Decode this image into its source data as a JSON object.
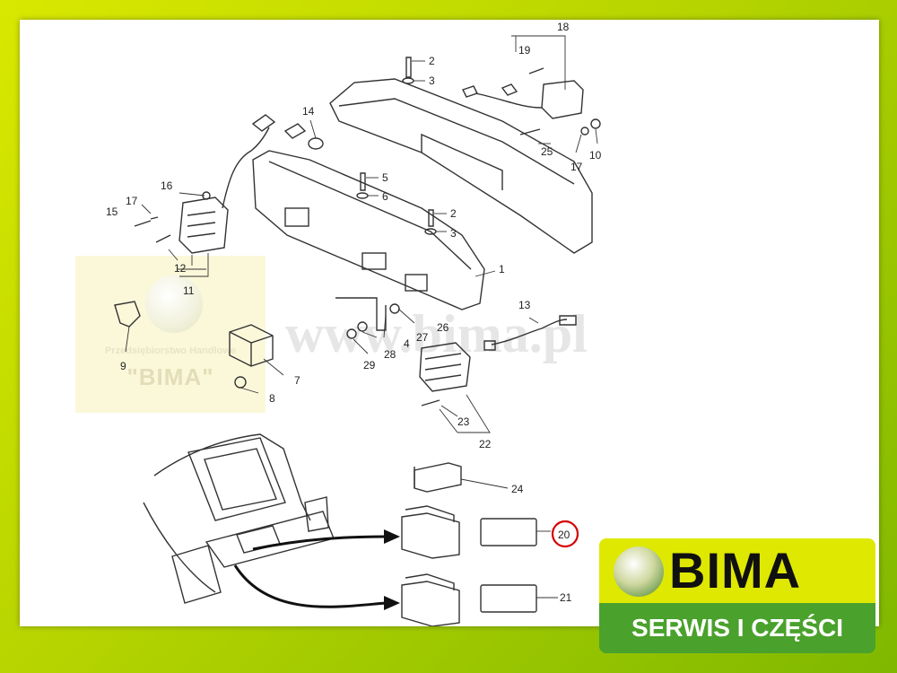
{
  "colors": {
    "frame_green": "#b6d400",
    "logo_yellow": "#dfe800",
    "logo_green": "#4aa12c",
    "callout_ring": "#d40000"
  },
  "watermark": {
    "text": "www.bima.pl"
  },
  "stamp": {
    "company": "Przedsiębiorstwo Handlowe",
    "name": "\"BIMA\""
  },
  "logo": {
    "word": "BIMA",
    "tagline": "SERWIS I CZĘŚCI"
  },
  "parts": {
    "p1": "1",
    "p2a": "2",
    "p2b": "2",
    "p3a": "3",
    "p3b": "3",
    "p4": "4",
    "p5": "5",
    "p6": "6",
    "p7": "7",
    "p8": "8",
    "p9": "9",
    "p10": "10",
    "p11": "11",
    "p12": "12",
    "p13": "13",
    "p14": "14",
    "p15": "15",
    "p16": "16",
    "p17a": "17",
    "p17b": "17",
    "p18": "18",
    "p19": "19",
    "p20": "20",
    "p21": "21",
    "p22": "22",
    "p23": "23",
    "p24": "24",
    "p25": "25",
    "p26": "26",
    "p27": "27",
    "p28": "28",
    "p29": "29"
  },
  "highlighted_part": "20"
}
